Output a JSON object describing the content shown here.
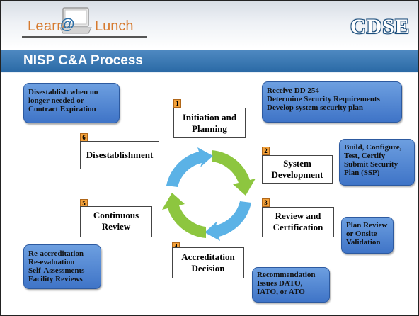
{
  "header": {
    "logo_learn": "Learn",
    "logo_at": "@",
    "logo_lunch": "Lunch",
    "org": "CDSE"
  },
  "slide_title": "NISP C&A Process",
  "phases": [
    {
      "num": "1",
      "label": "Initiation and Planning"
    },
    {
      "num": "2",
      "label": "System Development"
    },
    {
      "num": "3",
      "label": "Review and Certification"
    },
    {
      "num": "4",
      "label": "Accreditation Decision"
    },
    {
      "num": "5",
      "label": "Continuous Review"
    },
    {
      "num": "6",
      "label": "Disestablishment"
    }
  ],
  "notes": {
    "disestablish": [
      "Disestablish when no",
      "longer needed or",
      "Contract Expiration"
    ],
    "initiation": [
      "Receive DD 254",
      "Determine Security Requirements",
      "Develop system security plan"
    ],
    "development": [
      "Build, Configure,",
      "Test, Certify",
      "Submit Security",
      "Plan (SSP)"
    ],
    "review": [
      "Plan Review",
      "or Onsite",
      "Validation"
    ],
    "accreditation": [
      "Recommendation",
      "Issues DATO,",
      "IATO, or ATO"
    ],
    "continuous": [
      "Re-accreditation",
      "Re-evaluation",
      "Self-Assessments",
      "Facility Reviews"
    ]
  },
  "colors": {
    "cycle_blue": "#5bb2e6",
    "cycle_green": "#8dc63f",
    "title_bar": "#3a78b4",
    "number_tag": "#f4a23a",
    "note_blue": "#4f86d4"
  }
}
